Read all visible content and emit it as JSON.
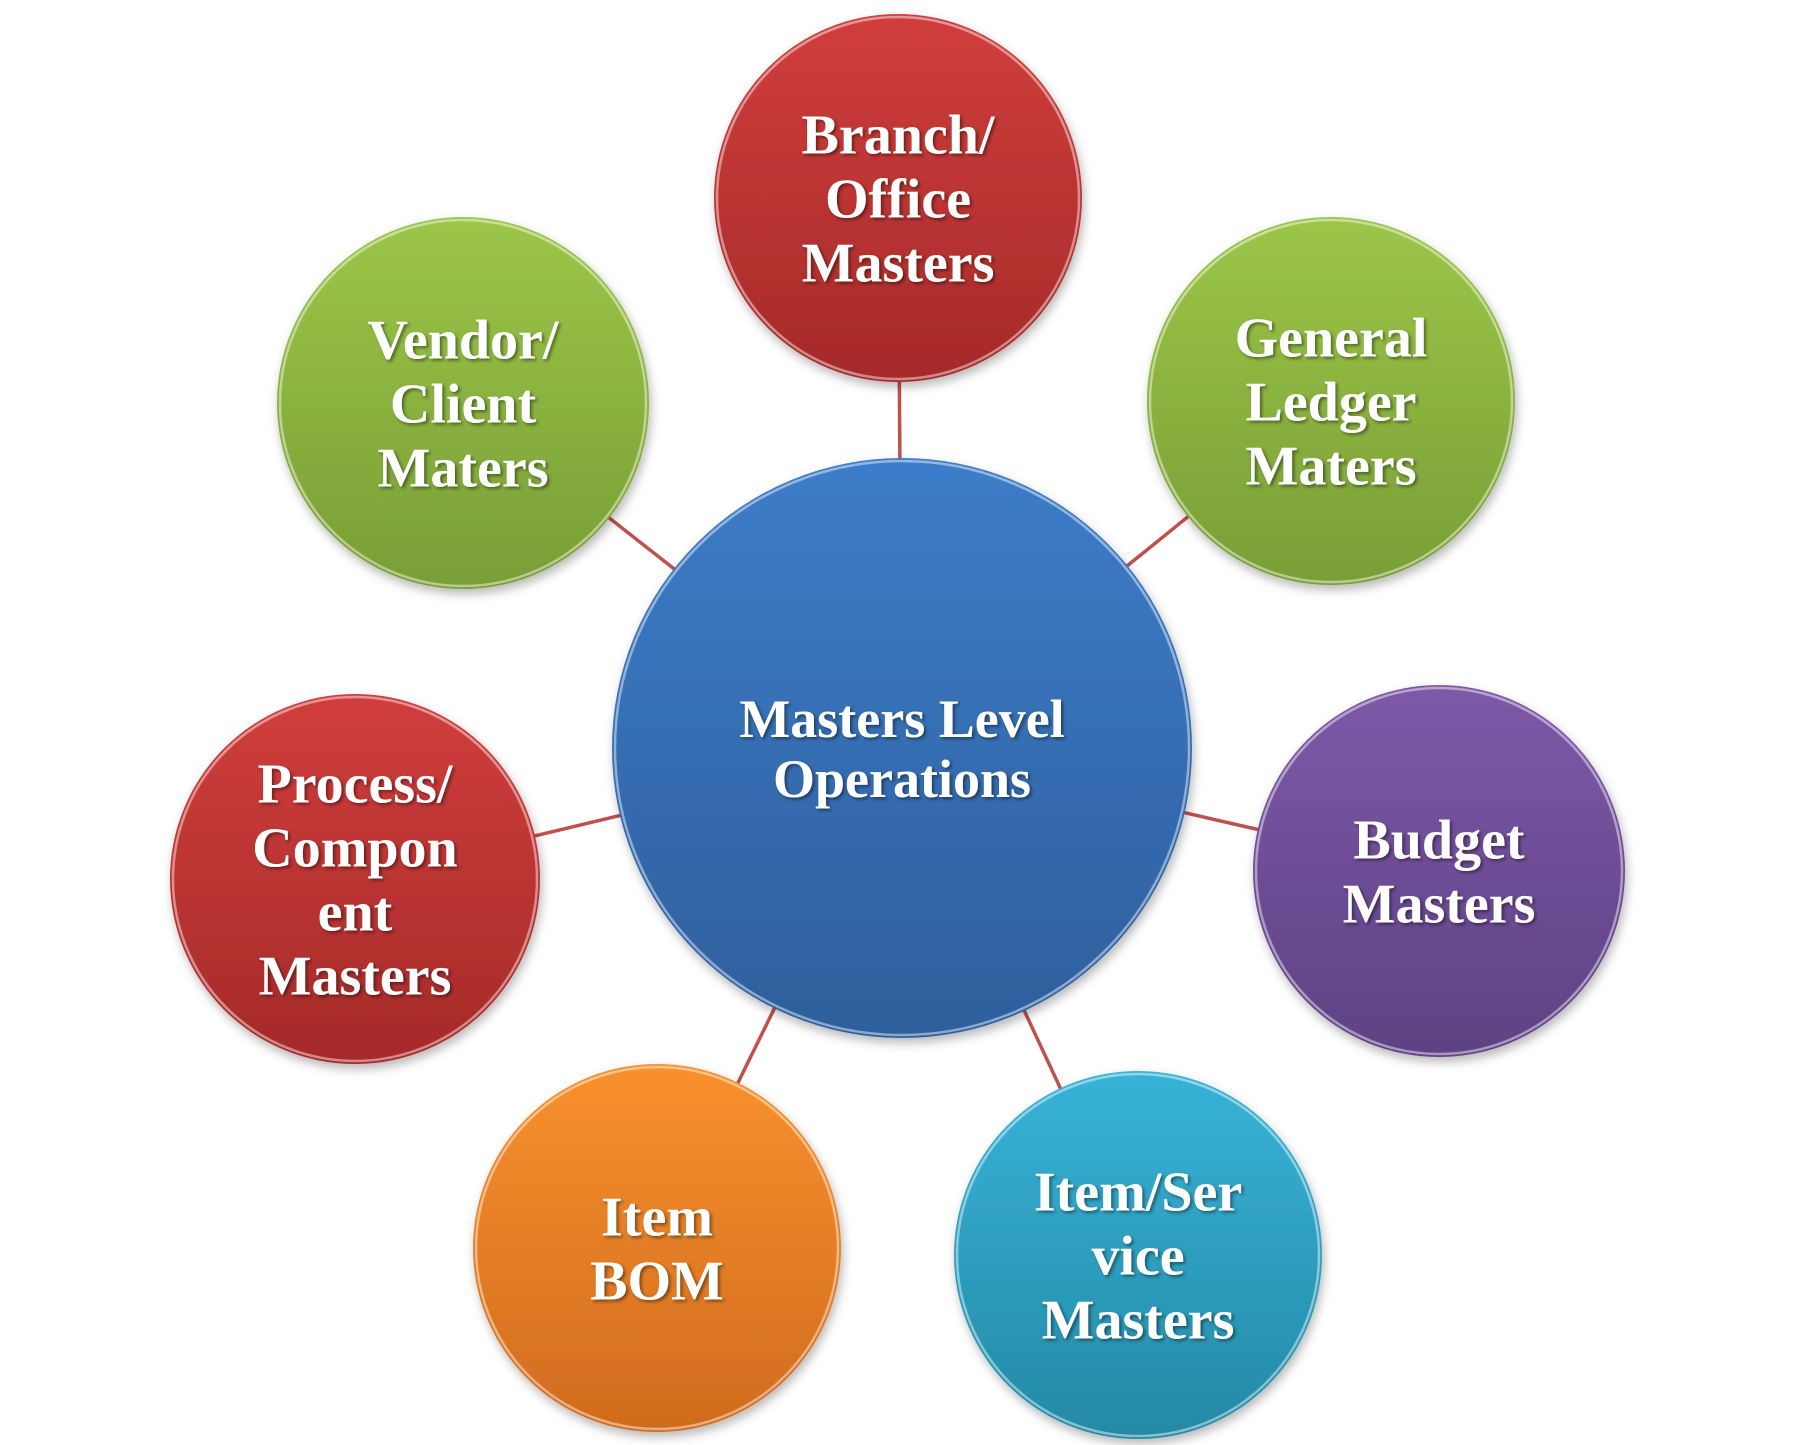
{
  "diagram": {
    "type": "radial-hub",
    "connector_color": "#c0504d",
    "center": {
      "id": "center",
      "lines": [
        "Masters Level",
        "Operations"
      ],
      "color_top": "#3d7cc9",
      "color_bottom": "#2e5f9c"
    },
    "nodes": [
      {
        "id": "branch-office-masters",
        "lines": [
          "Branch/",
          "Office",
          "Masters"
        ],
        "color_top": "#d03e3c",
        "color_bottom": "#a52a29"
      },
      {
        "id": "general-ledger-maters",
        "lines": [
          "General",
          "Ledger",
          "Maters"
        ],
        "color_top": "#9cc648",
        "color_bottom": "#789e36"
      },
      {
        "id": "budget-masters",
        "lines": [
          "Budget",
          "Masters"
        ],
        "color_top": "#7d59a8",
        "color_bottom": "#5e4283"
      },
      {
        "id": "item-service-masters",
        "lines": [
          "Item/Ser",
          "vice",
          "Masters"
        ],
        "color_top": "#37b3d8",
        "color_bottom": "#2489a5"
      },
      {
        "id": "item-bom",
        "lines": [
          "Item",
          "BOM"
        ],
        "color_top": "#f8912d",
        "color_bottom": "#d06b1e"
      },
      {
        "id": "process-component-masters",
        "lines": [
          "Process/",
          "Compon",
          "ent",
          "Masters"
        ],
        "color_top": "#d03e3c",
        "color_bottom": "#a52a29"
      },
      {
        "id": "vendor-client-maters",
        "lines": [
          "Vendor/",
          "Client",
          "Maters"
        ],
        "color_top": "#9cc648",
        "color_bottom": "#789e36"
      }
    ]
  }
}
